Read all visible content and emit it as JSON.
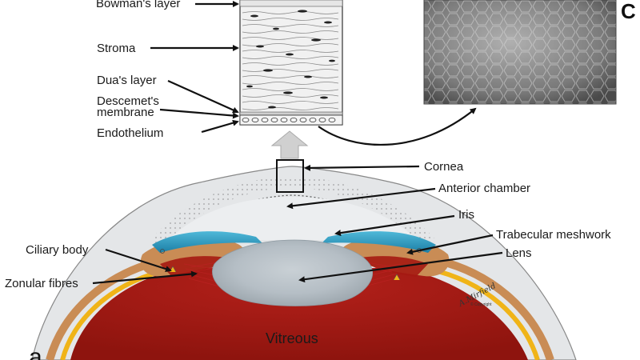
{
  "labels": {
    "bowmans_layer": "Bowman's layer",
    "stroma": "Stroma",
    "duas_layer": "Dua's layer",
    "descemets_membrane_line1": "Descemet's",
    "descemets_membrane_line2": "membrane",
    "endothelium": "Endothelium",
    "cornea": "Cornea",
    "anterior_chamber": "Anterior chamber",
    "iris": "Iris",
    "trabecular_meshwork": "Trabecular meshwork",
    "lens": "Lens",
    "ciliary_body": "Ciliary body",
    "zonular_fibres": "Zonular fibres",
    "vitreous": "Vitreous"
  },
  "panel_letters": {
    "c": "C",
    "a": "a"
  },
  "signature": {
    "name": "A.Mirfield",
    "copyright": "© Copyright"
  },
  "colors": {
    "vitreous_red": "#a51a12",
    "ciliary_tan": "#c98c55",
    "iris_blue": "#2a9bc0",
    "lens_grey": "#b3bcc3",
    "sclera_grey": "#e4e6e8",
    "retina_yellow": "#f0b418",
    "micrograph_grey": "#8a8a8a"
  }
}
